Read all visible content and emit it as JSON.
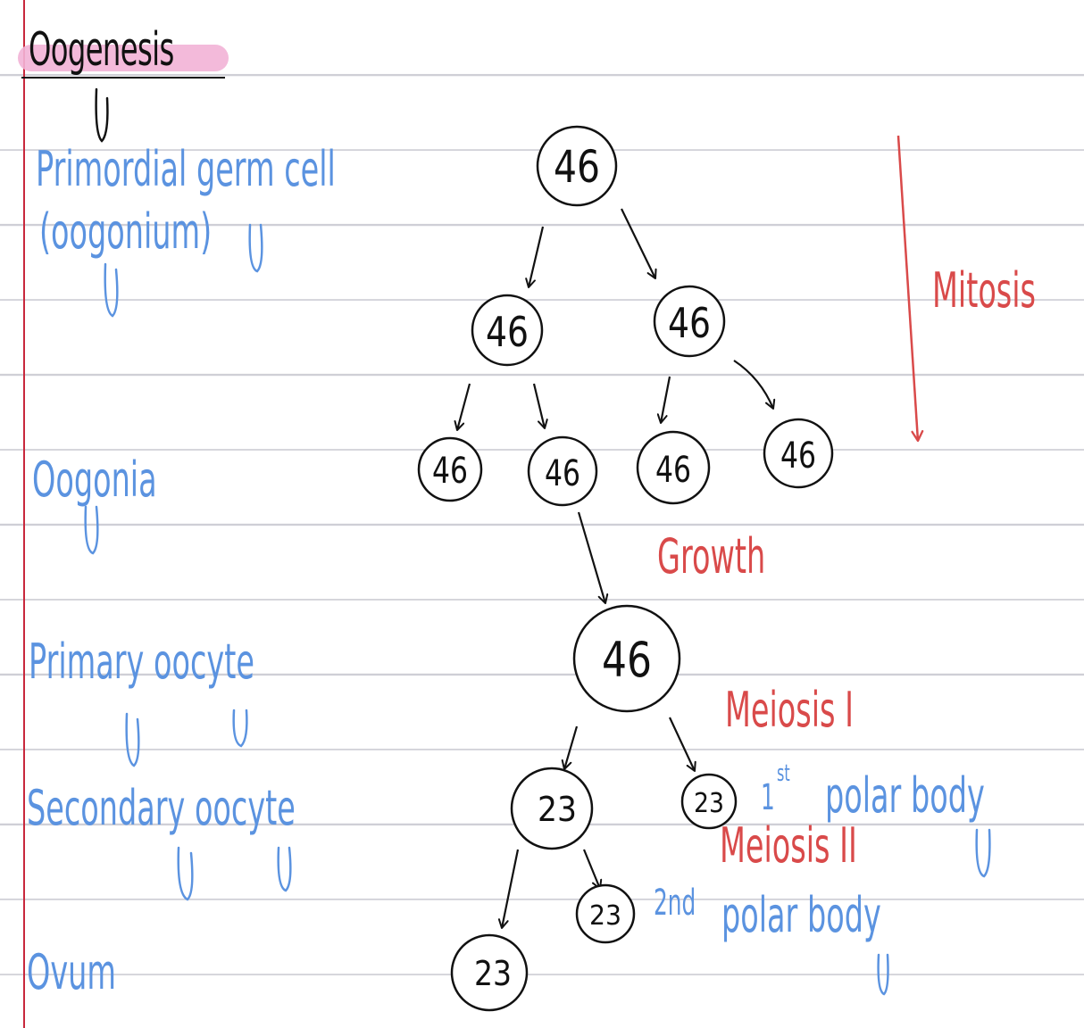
{
  "title": "Oogenesis",
  "stages": {
    "primordial_line1": "Primordial germ cell",
    "primordial_line2": "(oogonium)",
    "oogonia": "Oogonia",
    "primary_oocyte": "Primary oocyte",
    "secondary_oocyte": "Secondary oocyte",
    "ovum": "Ovum"
  },
  "processes": {
    "mitosis": "Mitosis",
    "growth": "Growth",
    "meiosis1": "Meiosis I",
    "meiosis2": "Meiosis II"
  },
  "polar_bodies": {
    "first_prefix": "1",
    "first_sup": "st",
    "first_label": "polar body",
    "second_prefix": "2nd",
    "second_label": "polar body"
  },
  "cells": {
    "primordial": "46",
    "mitosis1_left": "46",
    "mitosis1_right": "46",
    "oogonium_1": "46",
    "oogonium_2": "46",
    "oogonium_3": "46",
    "oogonium_4": "46",
    "primary_oocyte": "46",
    "secondary_oocyte": "23",
    "first_polar_body": "23",
    "second_polar_body": "23",
    "ovum": "23"
  },
  "colors": {
    "stage_labels": "#5b93e0",
    "process_labels": "#d94a4a",
    "margin_line": "#c8283c",
    "title_highlight": "#f2b3d6",
    "ink": "#111111"
  }
}
